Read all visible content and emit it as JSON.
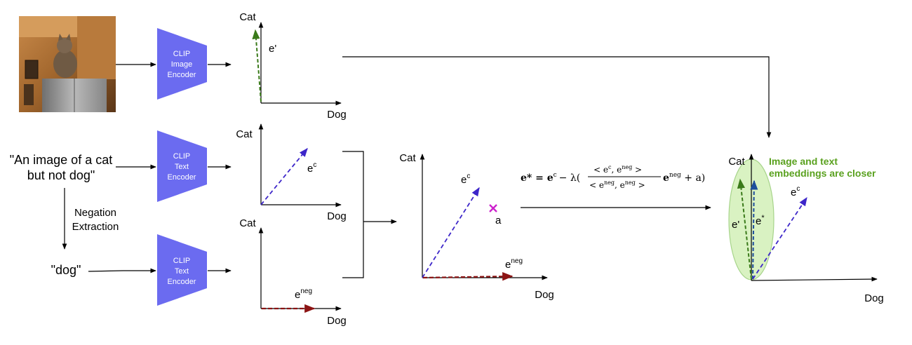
{
  "encoders": {
    "image": [
      "CLIP",
      "Image",
      "Encoder"
    ],
    "text_top": [
      "CLIP",
      "Text",
      "Encoder"
    ],
    "text_bottom": [
      "CLIP",
      "Text",
      "Encoder"
    ]
  },
  "colors": {
    "encoder": "#6b6bf0",
    "ec_vector": "#3d26c9",
    "eneg_vector": "#8c1414",
    "eprime_vector": "#3a7a1a",
    "estar_vector": "#1d4e9c",
    "anchor": "#cc22cc",
    "ellipse_fill": "#d9f2c2",
    "ellipse_stroke": "#a7d48b",
    "note": "#5aa11f"
  },
  "inputs": {
    "prompt_line1": "\"An image of a cat",
    "prompt_line2": "but not dog\"",
    "negation_line1": "Negation",
    "negation_line2": "Extraction",
    "negated_word": "\"dog\""
  },
  "axes": {
    "cat": "Cat",
    "dog": "Dog"
  },
  "vectors": {
    "e_prime": "e'",
    "e_base": "e",
    "e_c_sup": "c",
    "e_neg_sup": "neg",
    "e_star_sup": "*",
    "anchor": "a"
  },
  "equation": {
    "lhs": "e* = e",
    "lhs_sup": "c",
    "minus": "− λ(",
    "num": "< e",
    "num_sup": "c",
    "num_mid": ", e",
    "num_sup2": "neg",
    "num_end": " >",
    "den": "< e",
    "den_sup": "neg",
    "den_mid": ", e",
    "den_sup2": "neg",
    "den_end": " >",
    "tail": "e",
    "tail_sup": "neg",
    "tail_end": " + a)"
  },
  "note": {
    "line1": "Image and text",
    "line2": "embeddings are closer"
  }
}
